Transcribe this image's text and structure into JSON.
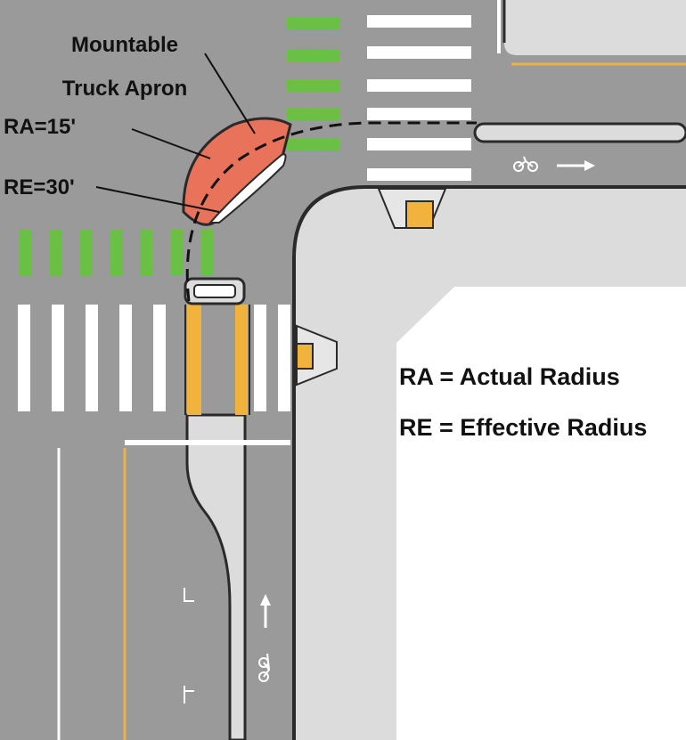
{
  "labels": {
    "truck_apron_line1": "Mountable",
    "truck_apron_line2": "Truck Apron",
    "ra_value": "RA=15'",
    "re_value": "RE=30'",
    "legend_ra": "RA = Actual Radius",
    "legend_re": "RE = Effective Radius"
  },
  "icons": {
    "bike_symbol": "bicycle-icon",
    "direction_arrow": "arrow-icon"
  },
  "colors": {
    "asphalt": "#9a9a9a",
    "sidewalk": "#dcdcdc",
    "block": "#ffffff",
    "curb_line": "#2a2a2a",
    "crosswalk": "#ffffff",
    "bike_green": "#6abf45",
    "buffer_yellow": "#f2b33d",
    "truck_apron": "#e8735a"
  }
}
